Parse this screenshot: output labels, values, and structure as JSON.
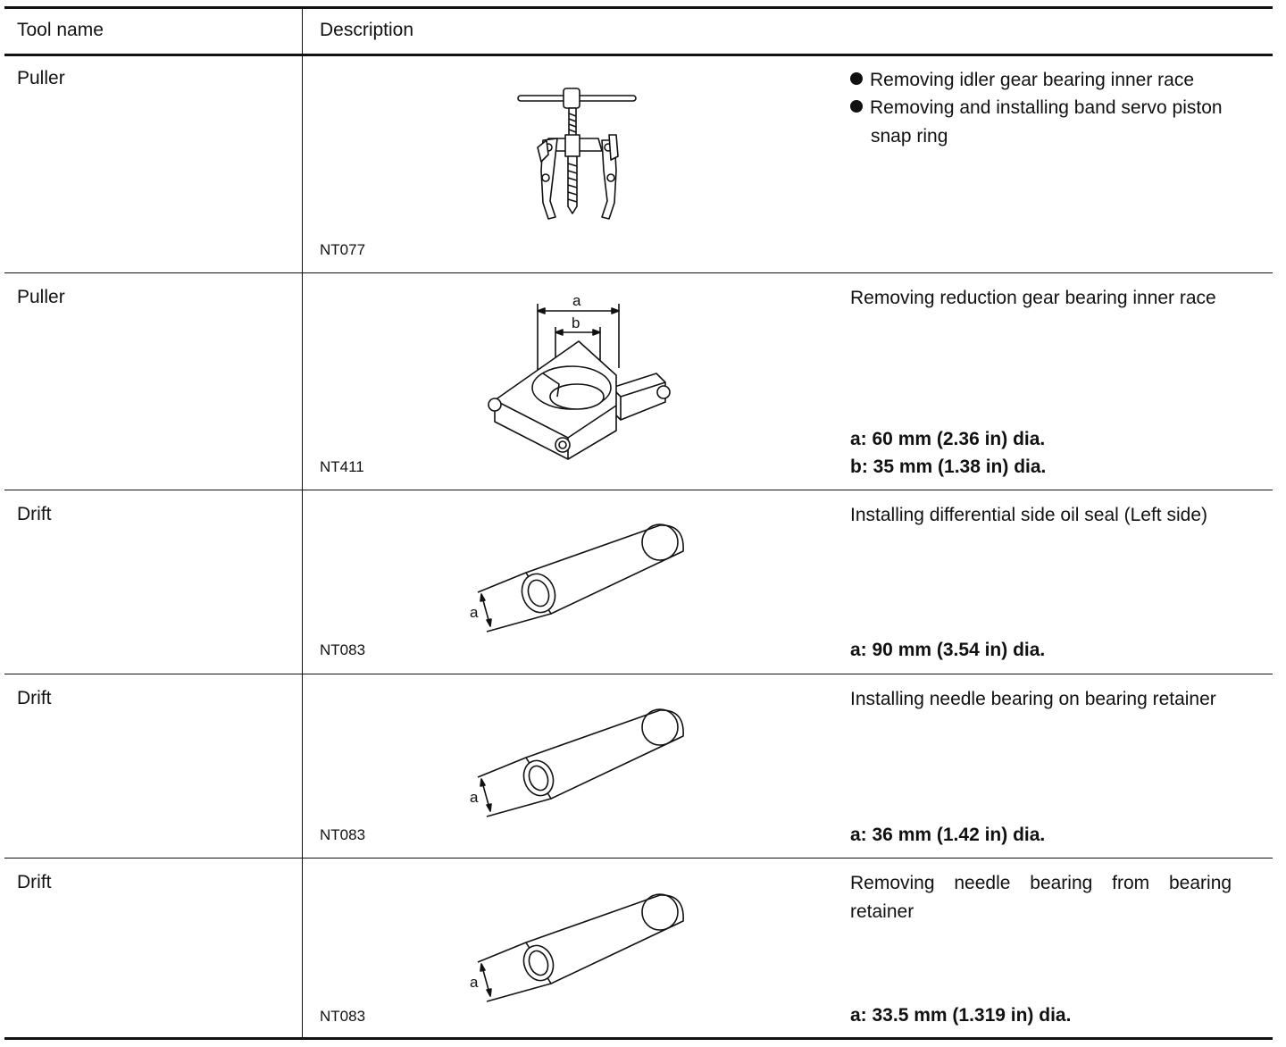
{
  "header": {
    "tool_name": "Tool name",
    "description": "Description"
  },
  "rows": [
    {
      "tool": "Puller",
      "code": "NT077",
      "uses": [
        "Removing idler gear bearing inner race",
        "Removing and installing band servo piston",
        "snap ring"
      ],
      "icon": "two-jaw-puller-illustration"
    },
    {
      "tool": "Puller",
      "code": "NT411",
      "uses": [
        "Removing reduction gear bearing inner race"
      ],
      "specs": [
        "a: 60 mm (2.36 in) dia.",
        "b: 35 mm (1.38 in) dia."
      ],
      "dim_labels": [
        "a",
        "b"
      ],
      "icon": "bearing-splitter-illustration"
    },
    {
      "tool": "Drift",
      "code": "NT083",
      "uses": [
        "Installing differential side oil seal (Left side)"
      ],
      "specs": [
        "a: 90 mm (3.54 in) dia."
      ],
      "dim_label": "a",
      "icon": "drift-illustration"
    },
    {
      "tool": "Drift",
      "code": "NT083",
      "uses": [
        "Installing needle bearing on bearing retainer"
      ],
      "specs": [
        "a: 36 mm (1.42 in) dia."
      ],
      "dim_label": "a",
      "icon": "drift-illustration"
    },
    {
      "tool": "Drift",
      "code": "NT083",
      "uses": [
        "Removing needle bearing from bearing",
        "retainer"
      ],
      "specs": [
        "a: 33.5 mm (1.319 in) dia."
      ],
      "dim_label": "a",
      "icon": "drift-illustration"
    }
  ]
}
